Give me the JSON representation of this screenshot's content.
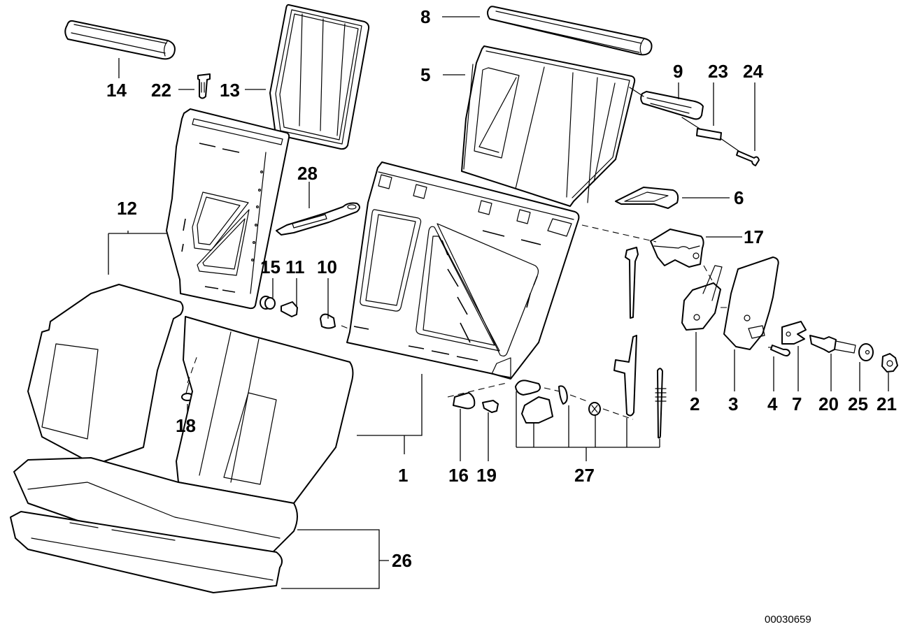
{
  "diagram": {
    "type": "exploded-parts-diagram",
    "subject": "rear seat backrest assembly",
    "document_number": "00030659",
    "callouts": [
      {
        "id": "c1",
        "label": "1"
      },
      {
        "id": "c2",
        "label": "2"
      },
      {
        "id": "c3",
        "label": "3"
      },
      {
        "id": "c4",
        "label": "4"
      },
      {
        "id": "c5",
        "label": "5"
      },
      {
        "id": "c6",
        "label": "6"
      },
      {
        "id": "c7",
        "label": "7"
      },
      {
        "id": "c8",
        "label": "8"
      },
      {
        "id": "c9",
        "label": "9"
      },
      {
        "id": "c10",
        "label": "10"
      },
      {
        "id": "c11",
        "label": "11"
      },
      {
        "id": "c12",
        "label": "12"
      },
      {
        "id": "c13",
        "label": "13"
      },
      {
        "id": "c14",
        "label": "14"
      },
      {
        "id": "c15",
        "label": "15"
      },
      {
        "id": "c16",
        "label": "16"
      },
      {
        "id": "c17",
        "label": "17"
      },
      {
        "id": "c18",
        "label": "18"
      },
      {
        "id": "c19",
        "label": "19"
      },
      {
        "id": "c20",
        "label": "20"
      },
      {
        "id": "c21",
        "label": "21"
      },
      {
        "id": "c22",
        "label": "22"
      },
      {
        "id": "c23",
        "label": "23"
      },
      {
        "id": "c24",
        "label": "24"
      },
      {
        "id": "c25",
        "label": "25"
      },
      {
        "id": "c26",
        "label": "26"
      },
      {
        "id": "c27",
        "label": "27"
      },
      {
        "id": "c28",
        "label": "28"
      }
    ]
  }
}
